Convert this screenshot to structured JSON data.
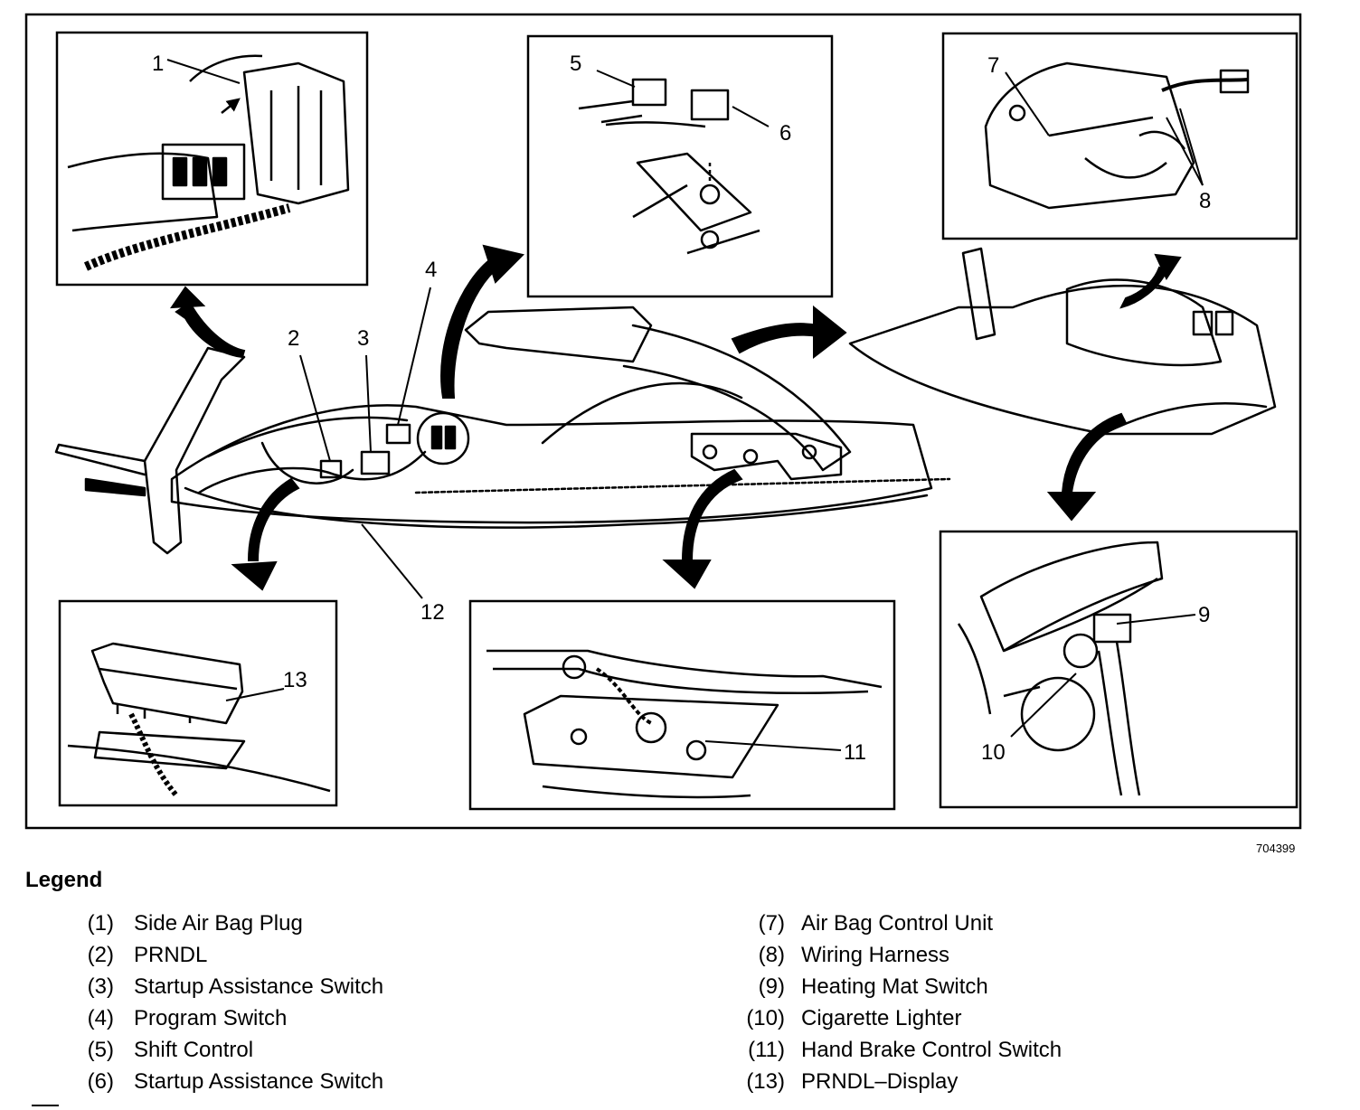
{
  "figure": {
    "drawing_number": "704399",
    "callouts": [
      "1",
      "2",
      "3",
      "4",
      "5",
      "6",
      "7",
      "8",
      "9",
      "10",
      "11",
      "12",
      "13"
    ]
  },
  "legend": {
    "title": "Legend",
    "left": [
      {
        "num": "(1)",
        "label": "Side Air Bag Plug"
      },
      {
        "num": "(2)",
        "label": "PRNDL"
      },
      {
        "num": "(3)",
        "label": "Startup Assistance Switch"
      },
      {
        "num": "(4)",
        "label": "Program Switch"
      },
      {
        "num": "(5)",
        "label": "Shift Control"
      },
      {
        "num": "(6)",
        "label": "Startup Assistance Switch"
      }
    ],
    "right": [
      {
        "num": "(7)",
        "label": "Air Bag Control Unit"
      },
      {
        "num": "(8)",
        "label": "Wiring Harness"
      },
      {
        "num": "(9)",
        "label": "Heating Mat Switch"
      },
      {
        "num": "(10)",
        "label": "Cigarette Lighter"
      },
      {
        "num": "(11)",
        "label": "Hand Brake Control Switch"
      },
      {
        "num": "(13)",
        "label": "PRNDL–Display"
      }
    ]
  }
}
